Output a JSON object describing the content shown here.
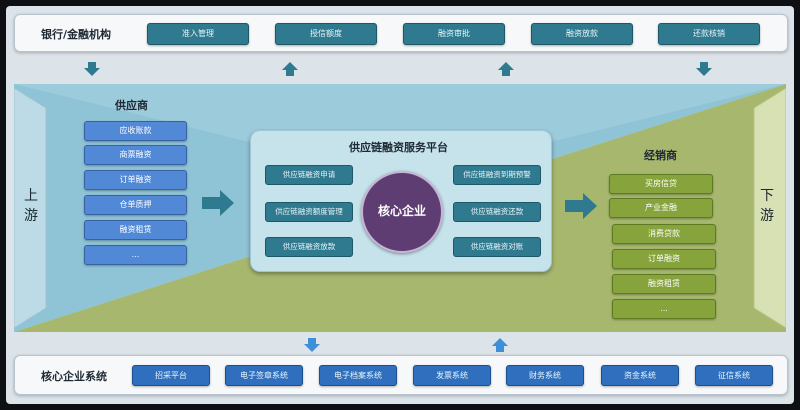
{
  "top_band": {
    "title": "银行/金融机构",
    "items": [
      "准入管理",
      "授信额度",
      "融资审批",
      "融资放款",
      "还款核销"
    ]
  },
  "bottom_band": {
    "title": "核心企业系统",
    "items": [
      "招采平台",
      "电子签章系统",
      "电子档案系统",
      "发票系统",
      "财务系统",
      "资金系统",
      "征信系统"
    ]
  },
  "left": {
    "label": "上\n游",
    "title": "供应商",
    "items": [
      "应收账款",
      "商票融资",
      "订单融资",
      "仓单质押",
      "融资租赁",
      "..."
    ]
  },
  "right": {
    "label": "下\n游",
    "title": "经销商",
    "items": [
      "买房信贷",
      "产业金融",
      "消费贷款",
      "订单融资",
      "融资租赁",
      "..."
    ]
  },
  "platform": {
    "title": "供应链融资服务平台",
    "core": "核心企业",
    "left_items": [
      "供应链融资申请",
      "供应链融资额度管理",
      "供应链融资放款"
    ],
    "right_items": [
      "供应链融资到期预警",
      "供应链融资还款",
      "供应链融资对账"
    ]
  },
  "colors": {
    "top_pill": "#2f7a8f",
    "bottom_pill": "#2f6fbd",
    "supplier": "#5289d6",
    "dealer": "#86a33c",
    "core": "#5e3d73"
  }
}
